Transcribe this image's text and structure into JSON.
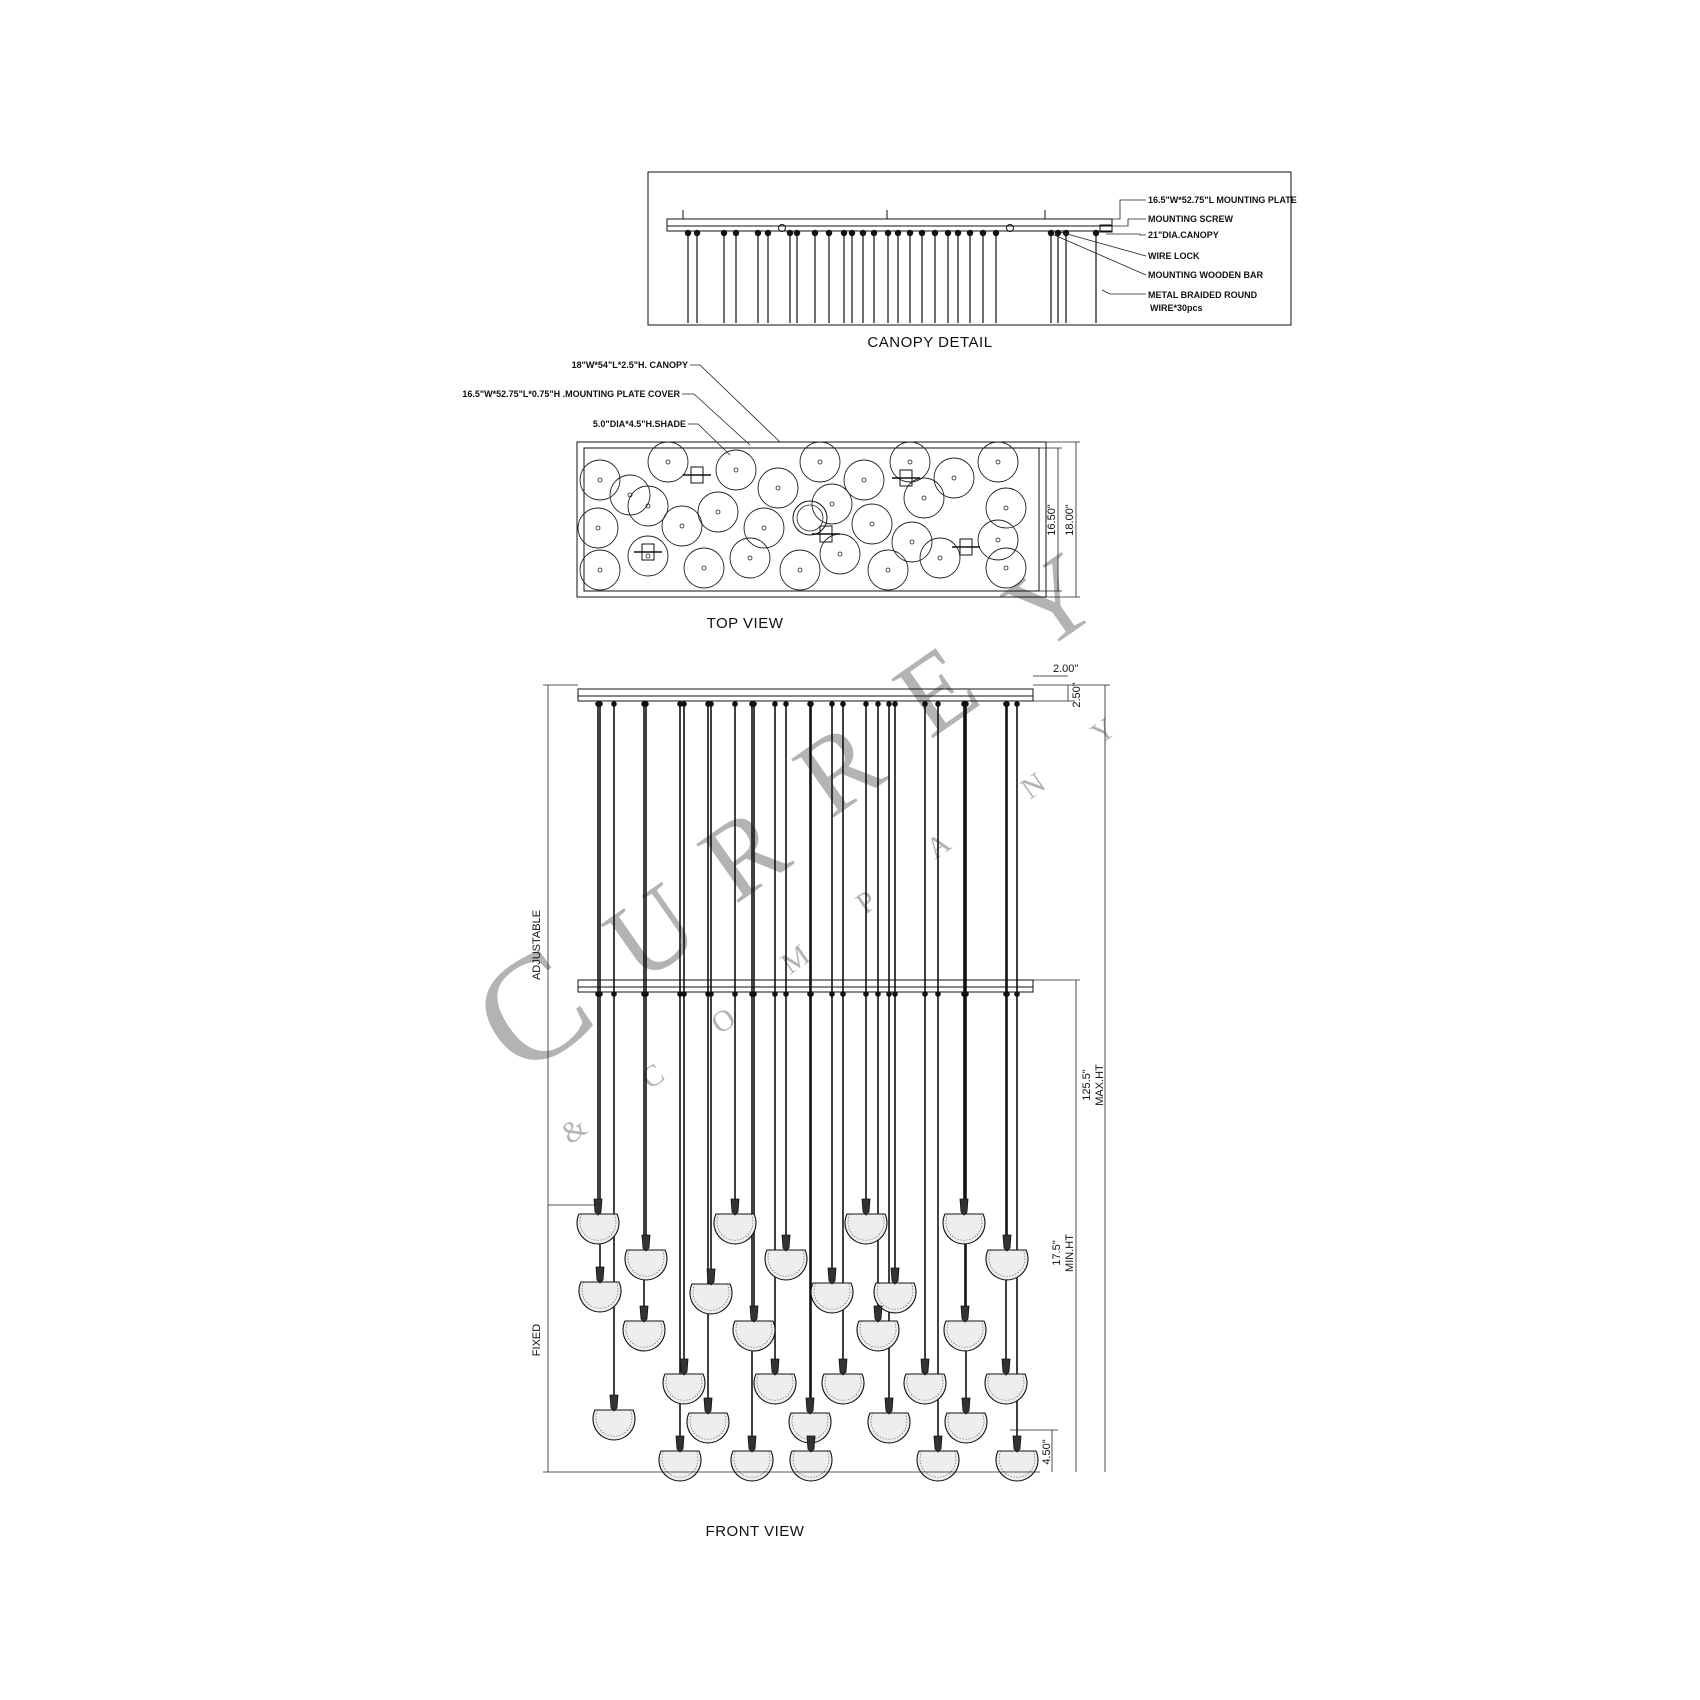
{
  "canopy_detail": {
    "title": "CANOPY DETAIL",
    "callouts": [
      "16.5\"W*52.75\"L MOUNTING PLATE",
      "MOUNTING SCREW",
      "21\"DIA.CANOPY",
      "WIRE LOCK",
      "MOUNTING  WOODEN BAR",
      "METAL BRAIDED ROUND",
      "WIRE*30pcs"
    ]
  },
  "top_view": {
    "title": "TOP VIEW",
    "callouts": [
      "18\"W*54\"L*2.5\"H. CANOPY",
      "16.5\"W*52.75\"L*0.75\"H .MOUNTING PLATE COVER",
      "5.0\"DIA*4.5\"H.SHADE"
    ],
    "dim_inner": "16.50\"",
    "dim_outer": "18.00\""
  },
  "front_view": {
    "title": "FRONT VIEW",
    "dim_top_width": "2.00\"",
    "dim_canopy_height": "2.50\"",
    "dim_max_value": "125.5\"",
    "dim_max_label": "MAX.HT",
    "dim_min_value": "17.5\"",
    "dim_min_label": "MIN.HT",
    "dim_shade": "4.50\"",
    "label_adjustable": "ADJUSTABLE",
    "label_fixed": "FIXED"
  },
  "watermark": {
    "letters": [
      "C",
      "U",
      "R",
      "R",
      "E",
      "Y"
    ],
    "small_letters": [
      "&",
      "C",
      "O",
      "M",
      "P",
      "A",
      "N",
      "Y"
    ],
    "color": "#9a9a9a"
  }
}
